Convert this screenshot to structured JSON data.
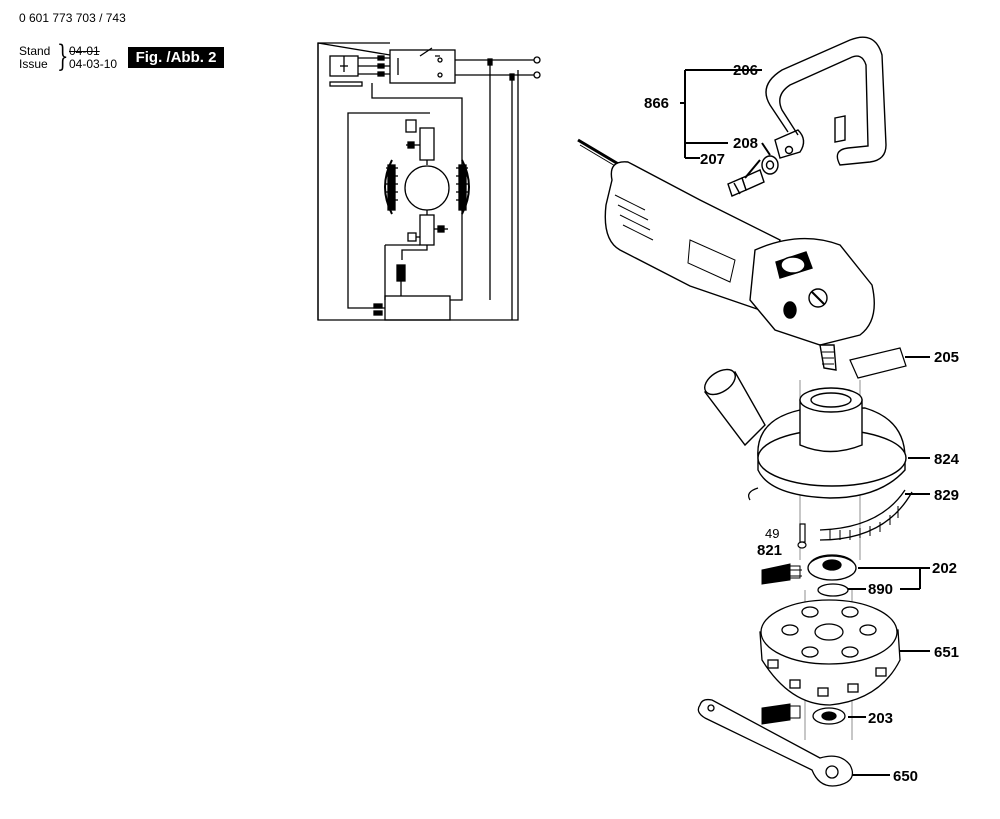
{
  "header": {
    "doc_number": "0 601 773 703 / 743",
    "stand_label": "Stand",
    "stand_value": "04-01",
    "issue_label": "Issue",
    "issue_value": "04-03-10",
    "figure_badge": "Fig. /Abb. 2"
  },
  "callouts": {
    "c206": "206",
    "c866": "866",
    "c208": "208",
    "c207": "207",
    "c205": "205",
    "c824": "824",
    "c829": "829",
    "c49": "49",
    "c821": "821",
    "c202": "202",
    "c890": "890",
    "c651": "651",
    "c203": "203",
    "c650": "650"
  }
}
